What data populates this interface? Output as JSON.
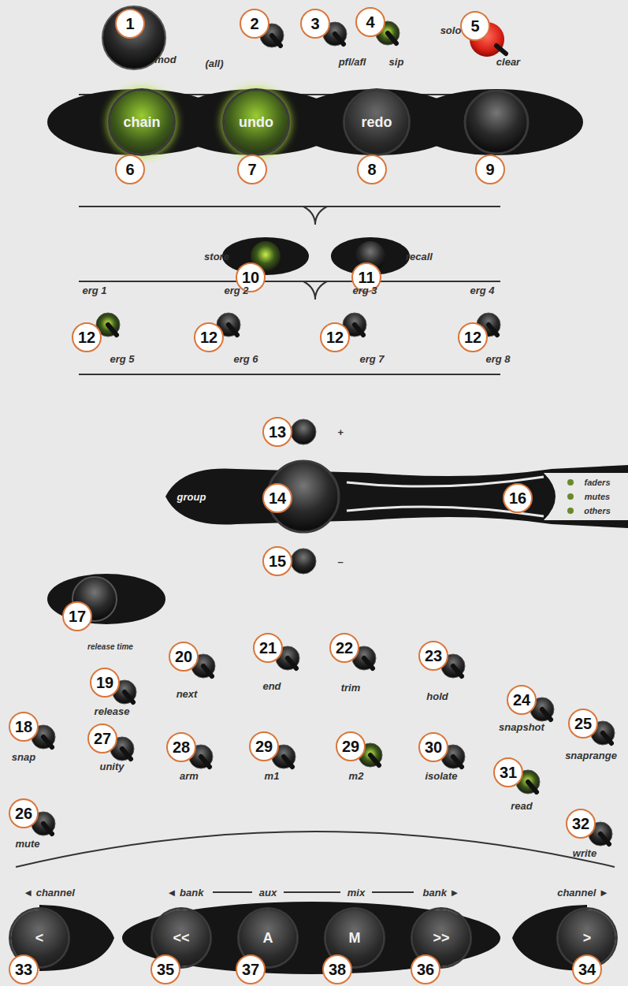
{
  "diagram": {
    "nodes": [
      {
        "text": [
          "chain"
        ]
      },
      {
        "text": [
          "undo"
        ]
      },
      {
        "text": [
          "redo"
        ]
      },
      {
        "text": [
          "<"
        ]
      },
      {
        "text": [
          "<<"
        ]
      },
      {
        "text": [
          "A"
        ]
      },
      {
        "text": [
          "M"
        ]
      },
      {
        "text": [
          ">>"
        ]
      },
      {
        "text": [
          ">"
        ]
      }
    ],
    "labels": [
      "1",
      "mod",
      "2",
      "(all)",
      "3",
      "pfl/afl",
      "4",
      "sip",
      "solo",
      "5",
      "clear",
      "6",
      "7",
      "8",
      "9",
      "store",
      "10",
      "11",
      "recall",
      "erg 1",
      "erg 2",
      "erg 3",
      "erg 4",
      "12",
      "12",
      "12",
      "12",
      "erg 5",
      "erg 6",
      "erg 7",
      "erg 8",
      "13",
      "+",
      "group",
      "14",
      "16",
      "faders",
      "mutes",
      "others",
      "15",
      "–",
      "17",
      "release time",
      "20",
      "21",
      "22",
      "23",
      "19",
      "next",
      "end",
      "trim",
      "hold",
      "24",
      "25",
      "release",
      "snapshot",
      "18",
      "snap",
      "27",
      "28",
      "29",
      "29",
      "30",
      "31",
      "snaprange",
      "unity",
      "arm",
      "m1",
      "m2",
      "isolate",
      "read",
      "26",
      "mute",
      "32",
      "write",
      "◄ channel",
      "◄ bank",
      "aux",
      "mix",
      "bank ►",
      "channel ►",
      "33",
      "35",
      "37",
      "38",
      "36",
      "34"
    ]
  }
}
